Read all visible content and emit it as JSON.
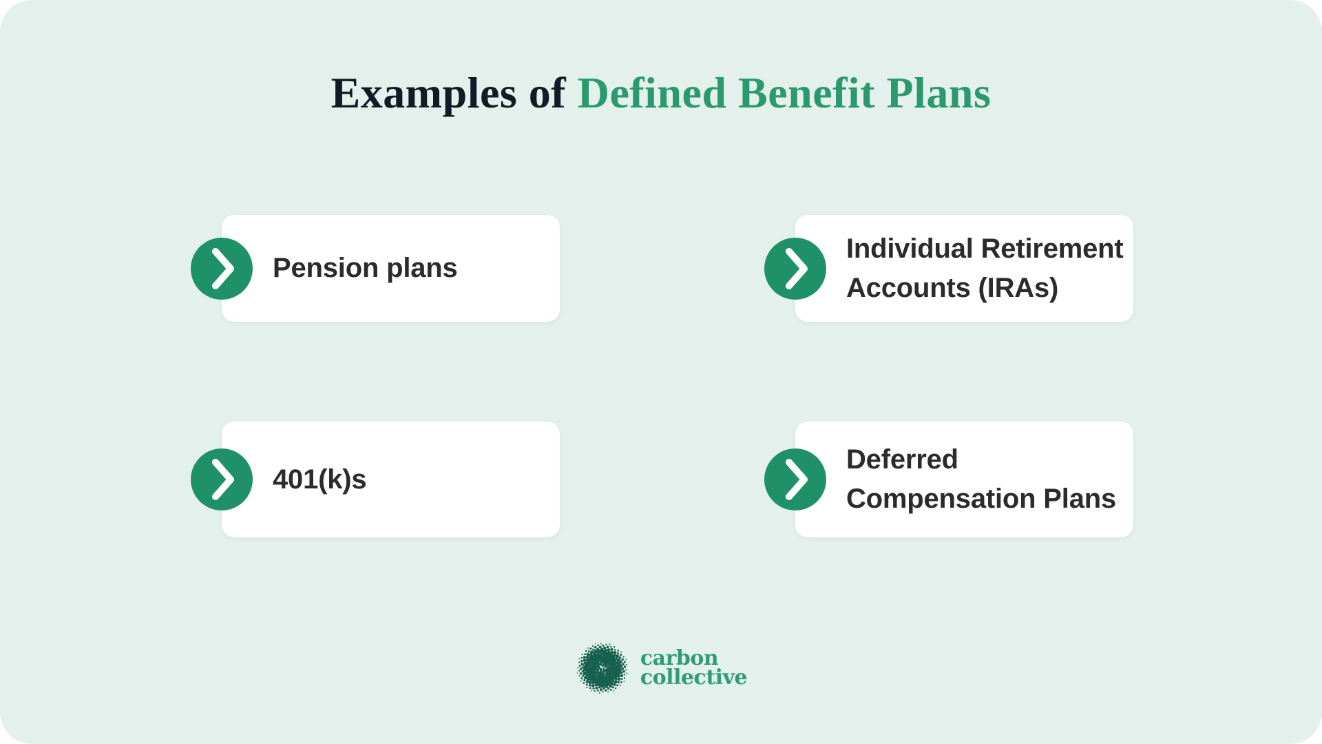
{
  "title": {
    "prefix": "Examples of",
    "highlight": "Defined Benefit Plans"
  },
  "cards": [
    {
      "label": "Pension plans"
    },
    {
      "label": "Individual Retirement\nAccounts (IRAs)"
    },
    {
      "label": "401(k)s"
    },
    {
      "label": "Deferred\nCompensation Plans"
    }
  ],
  "logo": {
    "line1": "carbon",
    "line2": "collective"
  },
  "icons": {
    "card_bullet": "chevron-right-icon",
    "logo_mark": "dotted-sphere-icon"
  },
  "colors": {
    "background": "#e4f0ec",
    "card": "#ffffff",
    "accent_green": "#1f9168",
    "title_dark": "#0f1c26",
    "title_green": "#2a9a6e",
    "text_dark": "#2b2b2b",
    "logo_green": "#2f9c75",
    "logo_dot": "#17604e"
  }
}
